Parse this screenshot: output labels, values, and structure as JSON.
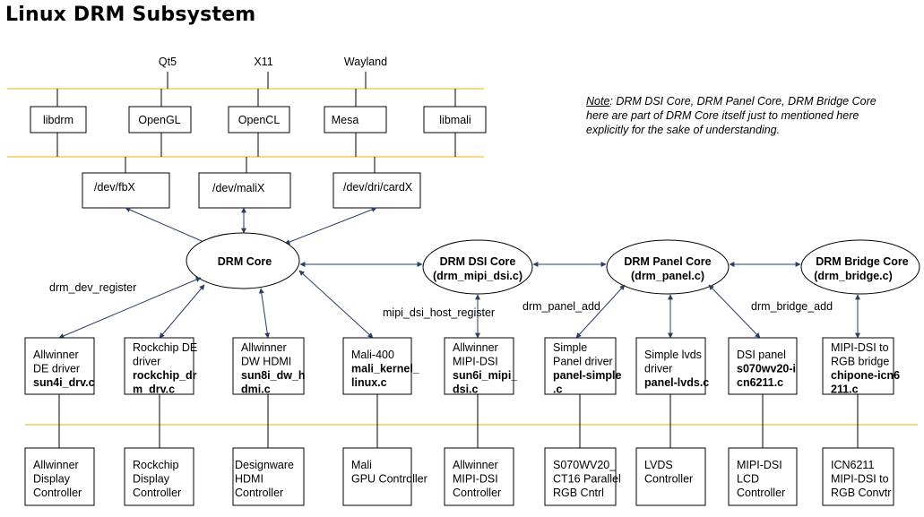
{
  "title": "Linux DRM Subsystem",
  "note": {
    "label": "Note",
    "text": ": DRM DSI Core, DRM Panel Core, DRM Bridge Core here are part of DRM Core itself just to mentioned here explicitly for the sake of understanding."
  },
  "top_clients": [
    "Qt5",
    "X11",
    "Wayland"
  ],
  "libraries": [
    "libdrm",
    "OpenGL",
    "OpenCL",
    "Mesa",
    "libmali"
  ],
  "devnodes": [
    "/dev/fbX",
    "/dev/maliX",
    "/dev/dri/cardX"
  ],
  "cores": [
    {
      "line1": "DRM Core",
      "line2": ""
    },
    {
      "line1": "DRM DSI Core",
      "line2": "(drm_mipi_dsi.c)"
    },
    {
      "line1": "DRM Panel Core",
      "line2": "(drm_panel.c)"
    },
    {
      "line1": "DRM Bridge Core",
      "line2": "(drm_bridge.c)"
    }
  ],
  "edge_labels": {
    "drm_dev_register": "drm_dev_register",
    "mipi_dsi_host_register": "mipi_dsi_host_register",
    "drm_panel_add": "drm_panel_add",
    "drm_bridge_add": "drm_bridge_add"
  },
  "drivers": [
    {
      "lines": [
        [
          "Allwinner",
          false
        ],
        [
          "DE driver",
          false
        ],
        [
          "sun4i_drv.c",
          true
        ]
      ]
    },
    {
      "lines": [
        [
          "Rockchip DE",
          false
        ],
        [
          "driver",
          false
        ],
        [
          "rockchip_dr",
          true
        ],
        [
          "m_drv.c",
          true
        ]
      ]
    },
    {
      "lines": [
        [
          "Allwinner",
          false
        ],
        [
          "DW HDMI",
          false
        ],
        [
          "sun8i_dw_h",
          true
        ],
        [
          "dmi.c",
          true
        ]
      ]
    },
    {
      "lines": [
        [
          "Mali-400",
          false
        ],
        [
          "mali_kernel_",
          true
        ],
        [
          "linux.c",
          true
        ]
      ]
    },
    {
      "lines": [
        [
          "Allwinner",
          false
        ],
        [
          "MIPI-DSI",
          false
        ],
        [
          "sun6i_mipi_",
          true
        ],
        [
          "dsi.c",
          true
        ]
      ]
    },
    {
      "lines": [
        [
          "Simple",
          false
        ],
        [
          "Panel driver",
          false
        ],
        [
          "panel-simple",
          true
        ],
        [
          ".c",
          true
        ]
      ]
    },
    {
      "lines": [
        [
          "Simple lvds",
          false
        ],
        [
          "driver",
          false
        ],
        [
          "panel-lvds.c",
          true
        ]
      ]
    },
    {
      "lines": [
        [
          "DSI panel",
          false
        ],
        [
          "s070wv20-i",
          true
        ],
        [
          "cn6211.c",
          true
        ]
      ]
    },
    {
      "lines": [
        [
          "MIPI-DSI to",
          false
        ],
        [
          "RGB bridge",
          false
        ],
        [
          "chipone-icn6",
          true
        ],
        [
          "211.c",
          true
        ]
      ]
    }
  ],
  "hardware": [
    [
      "Allwinner",
      "Display",
      "Controller"
    ],
    [
      "Rockchip",
      "Display",
      "Controller"
    ],
    [
      "Designware",
      "HDMI",
      "Controller"
    ],
    [
      "Mali",
      "GPU Controller"
    ],
    [
      "Allwinner",
      "MIPI-DSI",
      "Controller"
    ],
    [
      "S070WV20_",
      "CT16 Parallel",
      "RGB Cntrl"
    ],
    [
      "LVDS",
      "Controller"
    ],
    [
      "MIPI-DSI",
      "LCD",
      "Controller"
    ],
    [
      "ICN6211",
      "MIPI-DSI to",
      "RGB Convtr"
    ]
  ],
  "colors": {
    "separator": "#f2c23a",
    "stroke": "#000000",
    "arrow": "#2b3f66"
  }
}
